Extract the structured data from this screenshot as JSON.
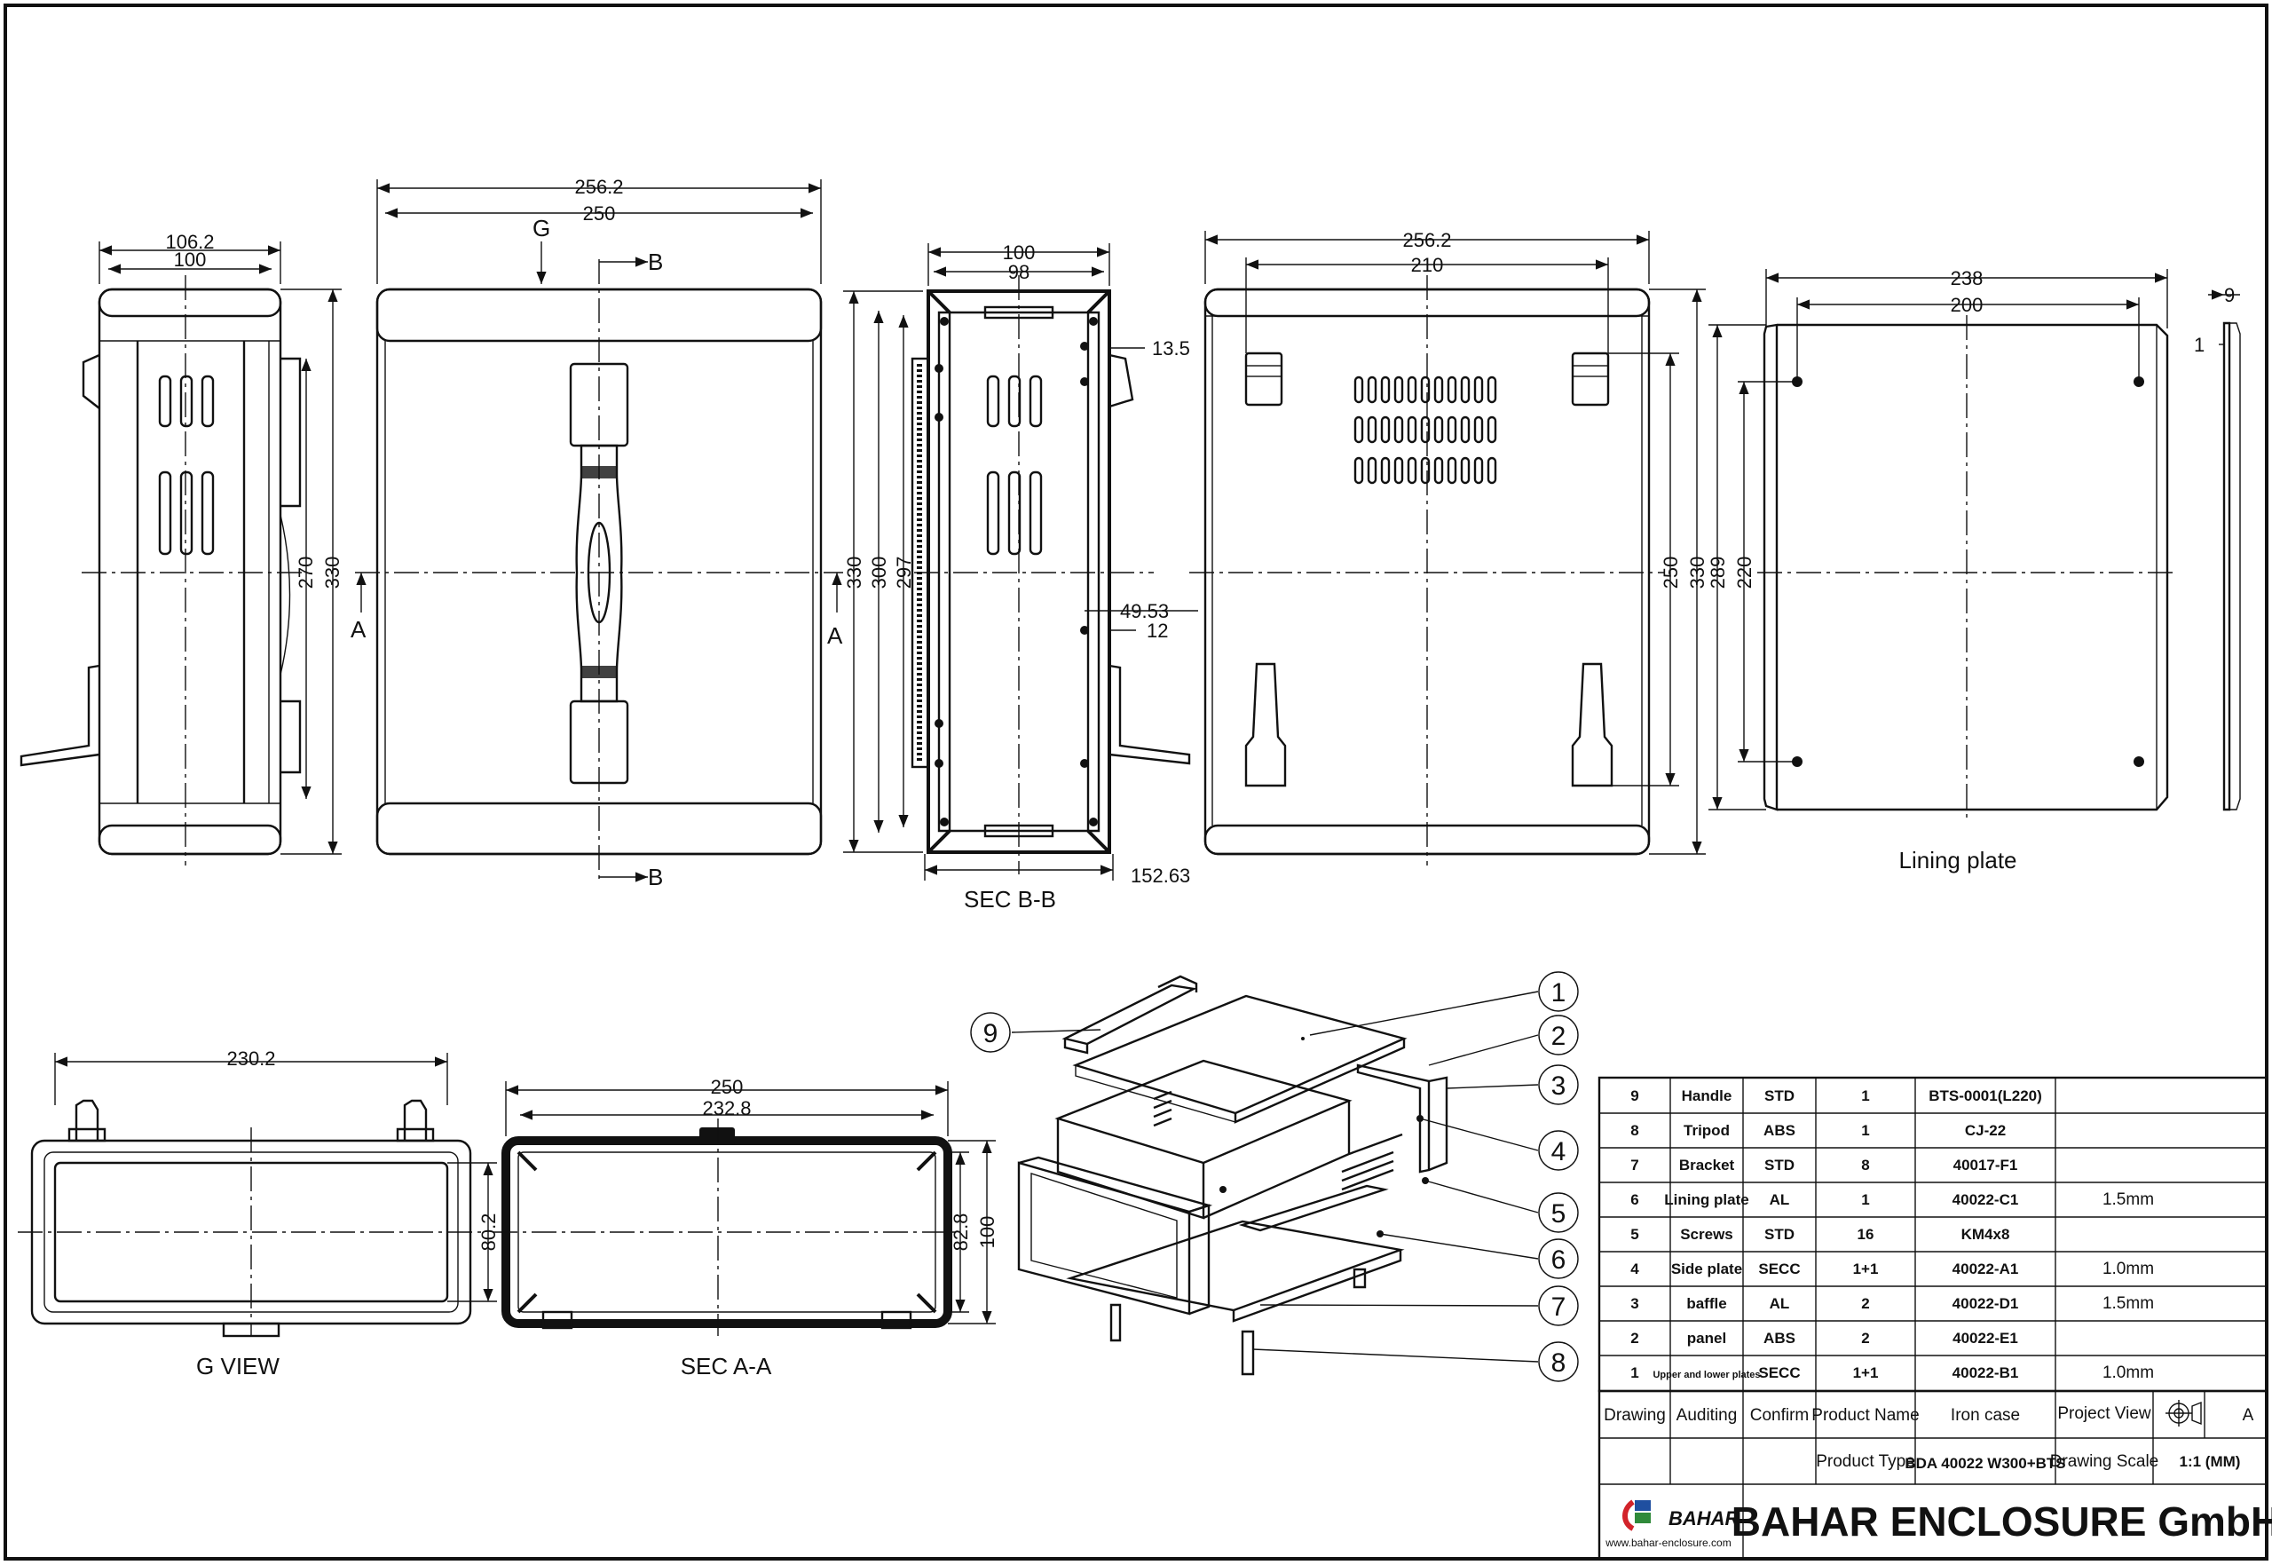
{
  "views": {
    "g_view": "G  VIEW",
    "sec_aa": "SEC A-A",
    "sec_bb": "SEC B-B",
    "lining_plate": "Lining plate",
    "markers": {
      "g": "G",
      "b_top": "B",
      "b_bottom": "B",
      "a_left": "A",
      "a_right": "A"
    }
  },
  "dims": {
    "side_outer_w": "106.2",
    "side_inner_w": "100",
    "side_h_inner": "270",
    "side_h_outer": "330",
    "front_outer_w": "256.2",
    "front_inner_w": "250",
    "secbb_outer_w": "100",
    "secbb_inner_w": "98",
    "secbb_h1": "330",
    "secbb_h2": "300",
    "secbb_h3": "297",
    "secbb_13_5": "13.5",
    "secbb_49_53": "49.53",
    "secbb_12": "12",
    "secbb_bottom": "152.63",
    "back_outer_w": "256.2",
    "back_inner_w": "210",
    "back_h1": "250",
    "back_h2": "330",
    "lp_outer_w": "238",
    "lp_inner_w": "200",
    "lp_h1": "289",
    "lp_h2": "220",
    "lp_9": "9",
    "lp_1": "1",
    "gview_w": "230.2",
    "gview_h": "80.2",
    "secaa_outer_w": "250",
    "secaa_inner_w": "232.8",
    "secaa_h1": "82.8",
    "secaa_h2": "100"
  },
  "balloons": [
    "1",
    "2",
    "3",
    "4",
    "5",
    "6",
    "7",
    "8",
    "9"
  ],
  "bom": [
    {
      "no": "9",
      "name": "Handle",
      "material": "STD",
      "qty": "1",
      "part": "BTS-0001(L220)",
      "note": ""
    },
    {
      "no": "8",
      "name": "Tripod",
      "material": "ABS",
      "qty": "1",
      "part": "CJ-22",
      "note": ""
    },
    {
      "no": "7",
      "name": "Bracket",
      "material": "STD",
      "qty": "8",
      "part": "40017-F1",
      "note": ""
    },
    {
      "no": "6",
      "name": "Lining plate",
      "material": "AL",
      "qty": "1",
      "part": "40022-C1",
      "note": "1.5mm"
    },
    {
      "no": "5",
      "name": "Screws",
      "material": "STD",
      "qty": "16",
      "part": "KM4x8",
      "note": ""
    },
    {
      "no": "4",
      "name": "Side plate",
      "material": "SECC",
      "qty": "1+1",
      "part": "40022-A1",
      "note": "1.0mm"
    },
    {
      "no": "3",
      "name": "baffle",
      "material": "AL",
      "qty": "2",
      "part": "40022-D1",
      "note": "1.5mm"
    },
    {
      "no": "2",
      "name": "panel",
      "material": "ABS",
      "qty": "2",
      "part": "40022-E1",
      "note": ""
    },
    {
      "no": "1",
      "name": "Upper and lower plates",
      "material": "SECC",
      "qty": "1+1",
      "part": "40022-B1",
      "note": "1.0mm"
    }
  ],
  "title_block": {
    "drawing": "Drawing",
    "auditing": "Auditing",
    "confirm": "Confirm",
    "product_name_label": "Product Name",
    "product_name": "Iron case",
    "project_view_label": "Project View",
    "project_view_letter": "A",
    "product_type_label": "Product Type",
    "product_type": "BDA 40022 W300+BTS",
    "drawing_scale_label": "Drawing Scale",
    "drawing_scale": "1:1 (MM)",
    "company": "BAHAR ENCLOSURE GmbH",
    "logo_text": "BAHAR",
    "website": "www.bahar-enclosure.com"
  },
  "colors": {
    "logo_red": "#d2232a",
    "logo_blue": "#1f4fa0",
    "logo_green": "#2f8a3a"
  }
}
